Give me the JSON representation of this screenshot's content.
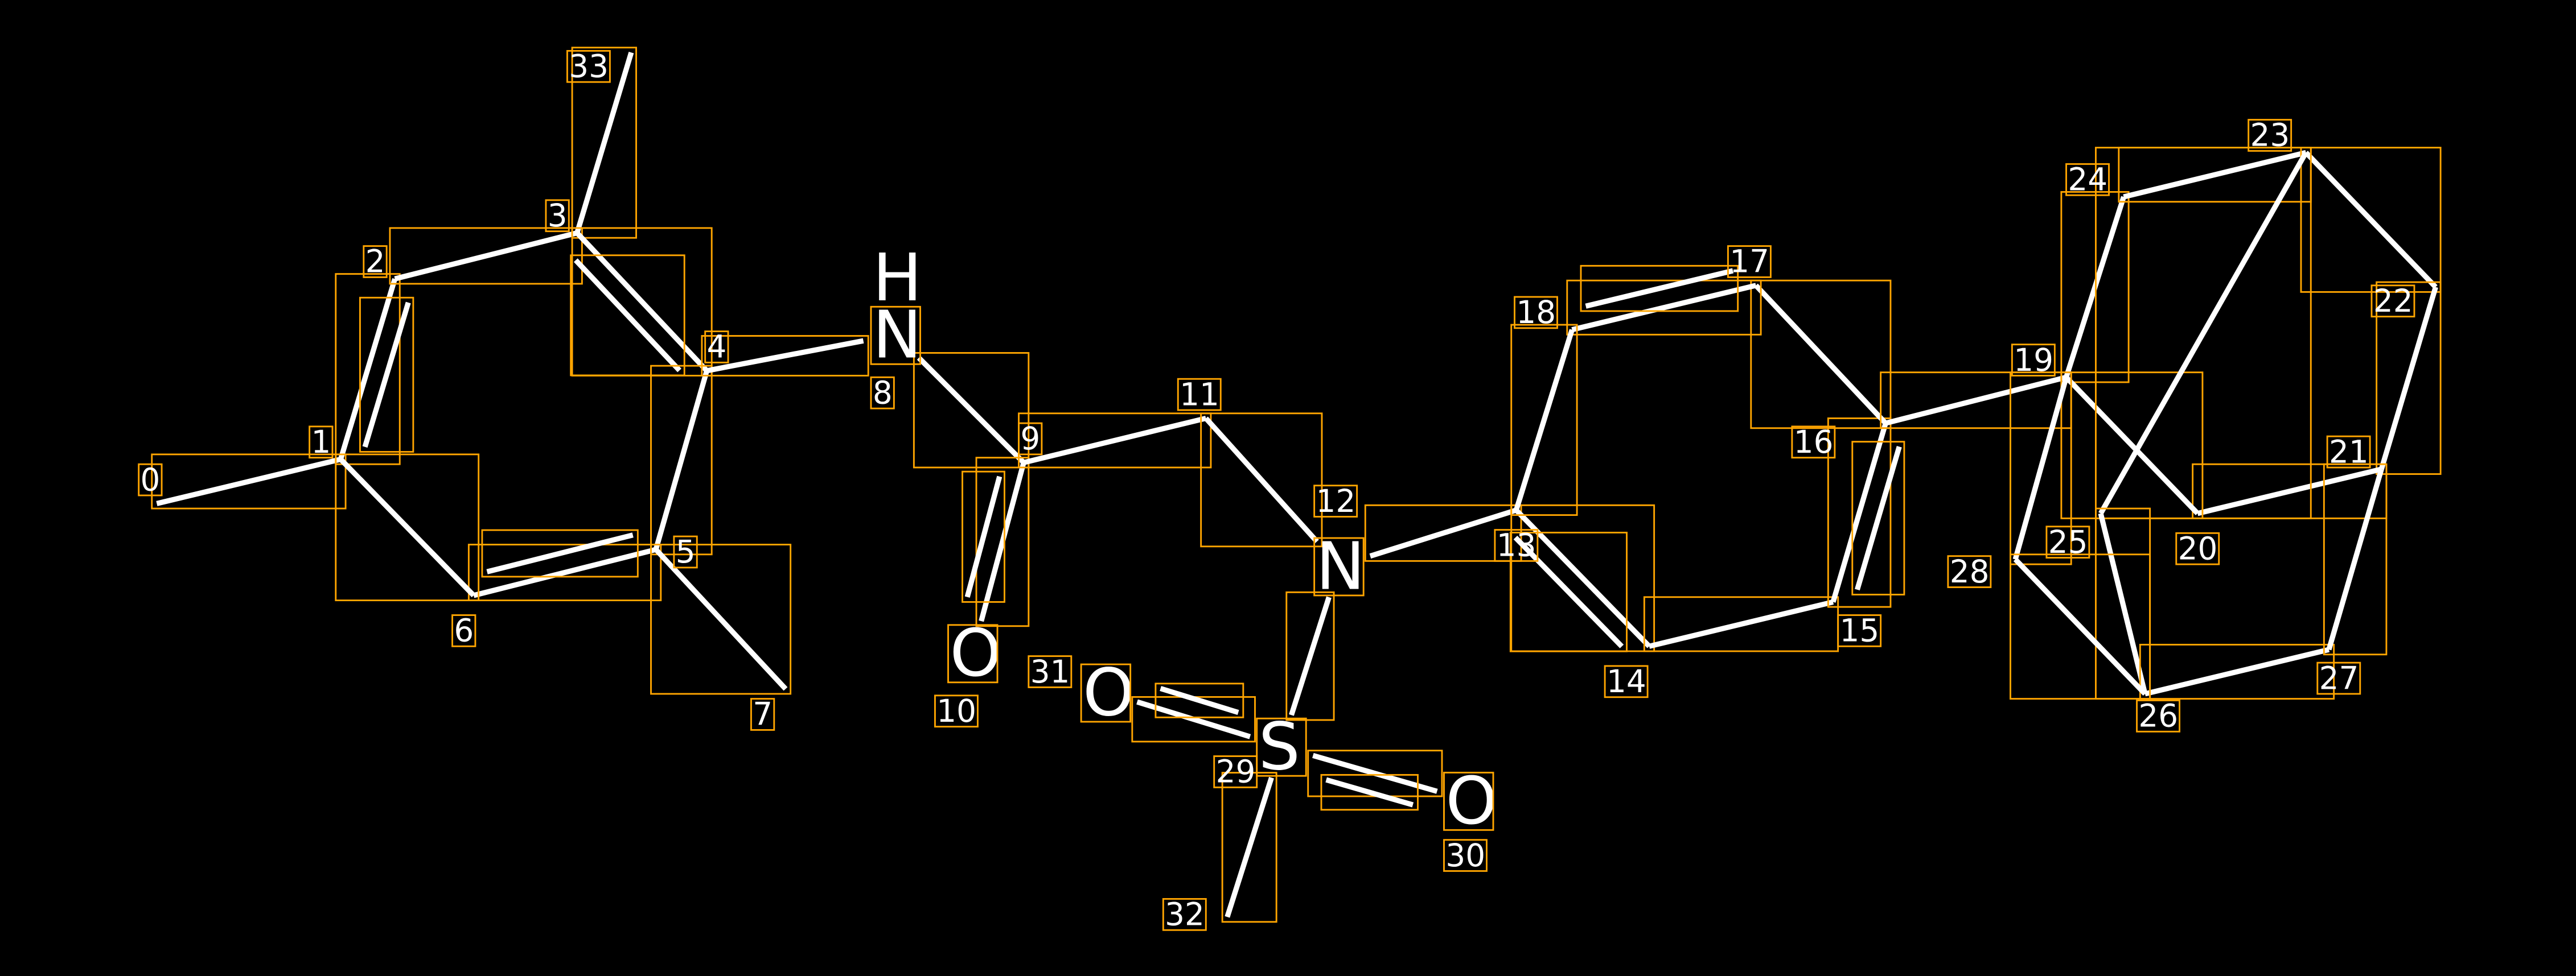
{
  "colors": {
    "background": "#000000",
    "bond": "#FFFFFF",
    "box": "#FFA500"
  },
  "atoms": [
    {
      "id": "0",
      "symbol": ""
    },
    {
      "id": "1",
      "symbol": ""
    },
    {
      "id": "2",
      "symbol": ""
    },
    {
      "id": "3",
      "symbol": ""
    },
    {
      "id": "4",
      "symbol": ""
    },
    {
      "id": "5",
      "symbol": ""
    },
    {
      "id": "6",
      "symbol": ""
    },
    {
      "id": "7",
      "symbol": ""
    },
    {
      "id": "8",
      "symbol": "N"
    },
    {
      "id": "9",
      "symbol": ""
    },
    {
      "id": "10",
      "symbol": "O"
    },
    {
      "id": "11",
      "symbol": ""
    },
    {
      "id": "12",
      "symbol": "N"
    },
    {
      "id": "13",
      "symbol": ""
    },
    {
      "id": "14",
      "symbol": ""
    },
    {
      "id": "15",
      "symbol": ""
    },
    {
      "id": "16",
      "symbol": ""
    },
    {
      "id": "17",
      "symbol": ""
    },
    {
      "id": "18",
      "symbol": ""
    },
    {
      "id": "19",
      "symbol": ""
    },
    {
      "id": "20",
      "symbol": ""
    },
    {
      "id": "21",
      "symbol": ""
    },
    {
      "id": "22",
      "symbol": ""
    },
    {
      "id": "23",
      "symbol": ""
    },
    {
      "id": "24",
      "symbol": ""
    },
    {
      "id": "25",
      "symbol": ""
    },
    {
      "id": "26",
      "symbol": ""
    },
    {
      "id": "27",
      "symbol": ""
    },
    {
      "id": "28",
      "symbol": ""
    },
    {
      "id": "29",
      "symbol": "S"
    },
    {
      "id": "30",
      "symbol": "O"
    },
    {
      "id": "31",
      "symbol": "O"
    },
    {
      "id": "32",
      "symbol": ""
    },
    {
      "id": "33",
      "symbol": ""
    }
  ],
  "hydrogen_label": "H",
  "bonds": [
    [
      "0",
      "1",
      1
    ],
    [
      "1",
      "2",
      2
    ],
    [
      "2",
      "3",
      1
    ],
    [
      "3",
      "33",
      1
    ],
    [
      "3",
      "4",
      2
    ],
    [
      "4",
      "5",
      1
    ],
    [
      "5",
      "6",
      2
    ],
    [
      "6",
      "1",
      1
    ],
    [
      "5",
      "7",
      1
    ],
    [
      "4",
      "8",
      1
    ],
    [
      "8",
      "9",
      1
    ],
    [
      "9",
      "10",
      2
    ],
    [
      "9",
      "11",
      1
    ],
    [
      "11",
      "12",
      1
    ],
    [
      "12",
      "13",
      1
    ],
    [
      "12",
      "29",
      1
    ],
    [
      "29",
      "31",
      2
    ],
    [
      "29",
      "30",
      2
    ],
    [
      "29",
      "32",
      1
    ],
    [
      "13",
      "14",
      2
    ],
    [
      "14",
      "15",
      1
    ],
    [
      "15",
      "16",
      2
    ],
    [
      "16",
      "17",
      1
    ],
    [
      "17",
      "18",
      2
    ],
    [
      "18",
      "13",
      1
    ],
    [
      "16",
      "19",
      1
    ],
    [
      "19",
      "24",
      1
    ],
    [
      "24",
      "23",
      1
    ],
    [
      "23",
      "22",
      1
    ],
    [
      "22",
      "21",
      1
    ],
    [
      "21",
      "20",
      1
    ],
    [
      "20",
      "19",
      1
    ],
    [
      "23",
      "25",
      1
    ],
    [
      "25",
      "26",
      1
    ],
    [
      "26",
      "27",
      1
    ],
    [
      "27",
      "21",
      1
    ],
    [
      "19",
      "28",
      1
    ],
    [
      "28",
      "26",
      1
    ]
  ]
}
